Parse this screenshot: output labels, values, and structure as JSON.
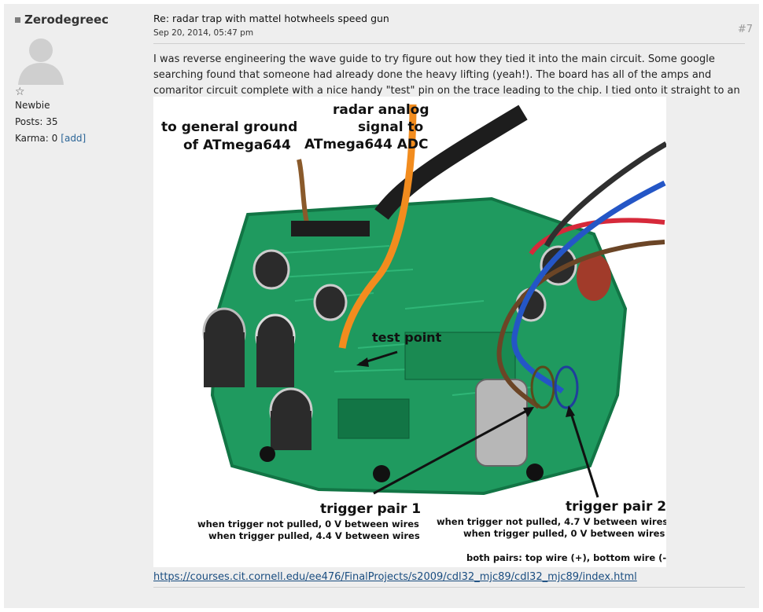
{
  "author": {
    "name": "Zerodegreec",
    "rank": "Newbie",
    "posts": "Posts: 35",
    "karma": "Karma: 0",
    "karma_add": "[add]"
  },
  "post": {
    "subject": "Re: radar trap with mattel hotwheels speed gun",
    "date": "Sep 20, 2014, 05:47 pm",
    "number": "#7",
    "body": "I was reverse engineering the wave guide to try figure out how they tied it into the main circuit. Some google searching found that someone had already done the heavy lifting (yeah!). The board has all of the amps and comaritor circuit complete with a nice handy \"test\" pin on the trace leading to the chip. I tied onto it straight to an input on the Arduino.",
    "link": "https://courses.cit.cornell.edu/ee476/FinalProjects/s2009/cdl32_mjc89/cdl32_mjc89/index.html"
  },
  "image": {
    "labels": {
      "ground_line1": "to general ground",
      "ground_line2": "of ATmega644",
      "radar_line1": "radar analog",
      "radar_line2": "signal to",
      "radar_line3": "ATmega644 ADC",
      "test_point": "test point",
      "pair1_title": "trigger pair 1",
      "pair1_line1": "when trigger not pulled, 0 V between wires",
      "pair1_line2": "when trigger pulled, 4.4 V between wires",
      "pair2_title": "trigger pair 2",
      "pair2_line1": "when trigger not pulled, 4.7 V between wires",
      "pair2_line2": "when trigger pulled, 0 V between wires",
      "both_pairs": "both pairs: top wire (+), bottom wire (-)"
    },
    "colors": {
      "board": "#1f9a5f",
      "board_dark": "#127545",
      "orange_wire": "#f28c1e",
      "brown_wire": "#6b4526",
      "blue_wire": "#2456c6",
      "red_wire": "#d6293a"
    }
  }
}
